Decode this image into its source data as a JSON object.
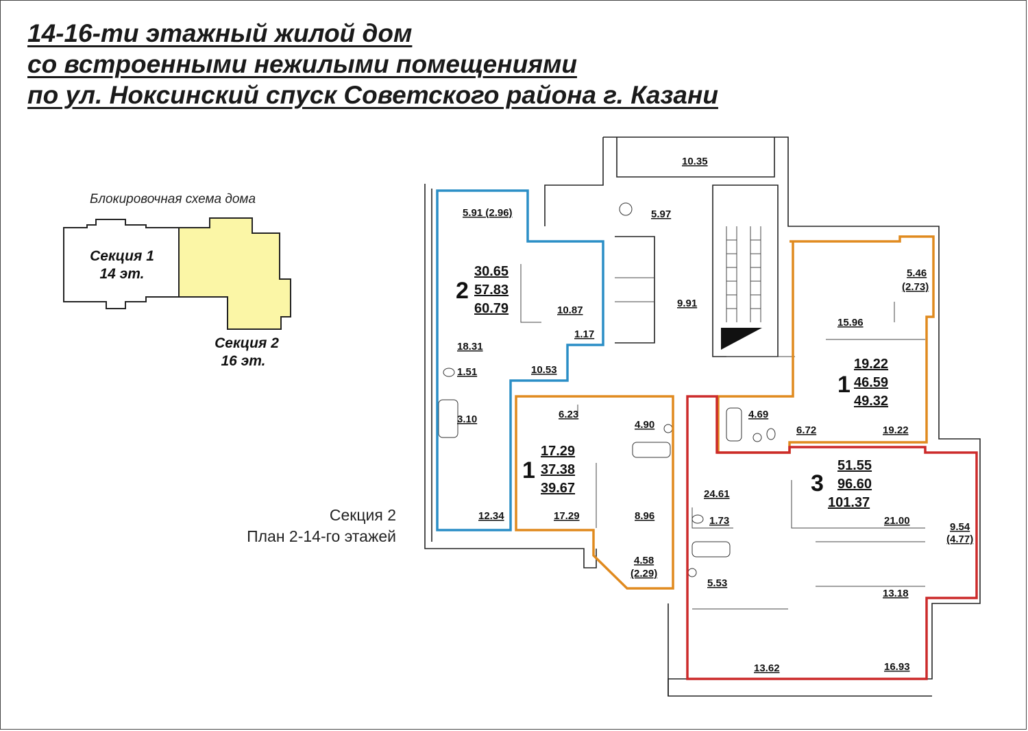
{
  "title": {
    "line1": "14-16-ти этажный жилой дом",
    "line2": "со встроенными нежилыми помещениями",
    "line3": "по ул. Ноксинский спуск Советского района г. Казани"
  },
  "scheme": {
    "caption": "Блокировочная схема дома",
    "section1_name": "Секция 1",
    "section1_floors": "14 эт.",
    "section2_name": "Секция 2",
    "section2_floors": "16 эт.",
    "highlight_color": "#fbf6a6"
  },
  "plan": {
    "caption_line1": "Секция 2",
    "caption_line2": "План 2-14-го этажей",
    "apartments": [
      {
        "rooms": "2",
        "living": "30.65",
        "total": "57.83",
        "total_with_balcony": "60.79",
        "outline_color": "#2a8ec6"
      },
      {
        "rooms": "1",
        "living": "17.29",
        "total": "37.38",
        "total_with_balcony": "39.67",
        "outline_color": "#e08a1e"
      },
      {
        "rooms": "1",
        "living": "19.22",
        "total": "46.59",
        "total_with_balcony": "49.32",
        "outline_color": "#e08a1e"
      },
      {
        "rooms": "3",
        "living": "51.55",
        "total": "96.60",
        "total_with_balcony": "101.37",
        "outline_color": "#cc2a2a"
      }
    ],
    "rooms": {
      "r10_35": "10.35",
      "r5_97": "5.97",
      "r9_91": "9.91",
      "r5_91": "5.91 (2.96)",
      "r10_87": "10.87",
      "r1_17": "1.17",
      "r18_31": "18.31",
      "r10_53": "10.53",
      "r1_51": "1.51",
      "r3_10": "3.10",
      "r12_34": "12.34",
      "r6_23": "6.23",
      "r4_90": "4.90",
      "r17_29b": "17.29",
      "r8_96": "8.96",
      "r4_58": "4.58",
      "r2_29": "(2.29)",
      "r5_46": "5.46",
      "r2_73": "(2.73)",
      "r15_96": "15.96",
      "r4_69": "4.69",
      "r6_72": "6.72",
      "r19_22b": "19.22",
      "r24_61": "24.61",
      "r1_73": "1.73",
      "r21_00": "21.00",
      "r9_54": "9.54",
      "r4_77": "(4.77)",
      "r5_53": "5.53",
      "r13_18": "13.18",
      "r13_62": "13.62",
      "r16_93": "16.93"
    }
  }
}
